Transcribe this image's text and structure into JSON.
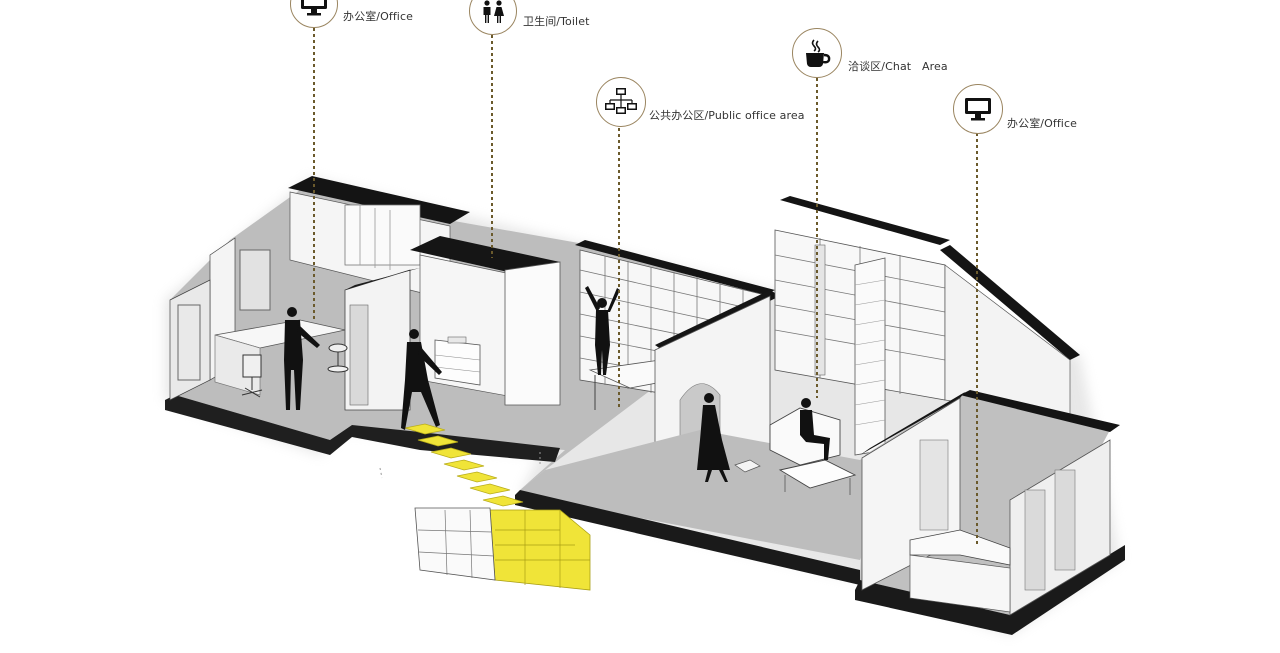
{
  "diagram": {
    "callouts": [
      {
        "id": "office-left",
        "icon": "monitor-icon",
        "label": "办公室/Office"
      },
      {
        "id": "toilet",
        "icon": "toilet-people-icon",
        "label": "卫生间/Toilet"
      },
      {
        "id": "public-office",
        "icon": "network-computers-icon",
        "label": "公共办公区/Public office area"
      },
      {
        "id": "chat-area",
        "icon": "coffee-cup-icon",
        "label": "洽谈区/Chat   Area"
      },
      {
        "id": "office-right",
        "icon": "monitor-icon",
        "label": "办公室/Office"
      }
    ],
    "colors": {
      "leader_line": "#6b5a2c",
      "icon_ring": "#9a8560",
      "floor": "#b9b9b9",
      "wall_cap": "#1a1a1a",
      "wall_face": "#f2f2f2",
      "stairs": "#f0e438"
    }
  }
}
